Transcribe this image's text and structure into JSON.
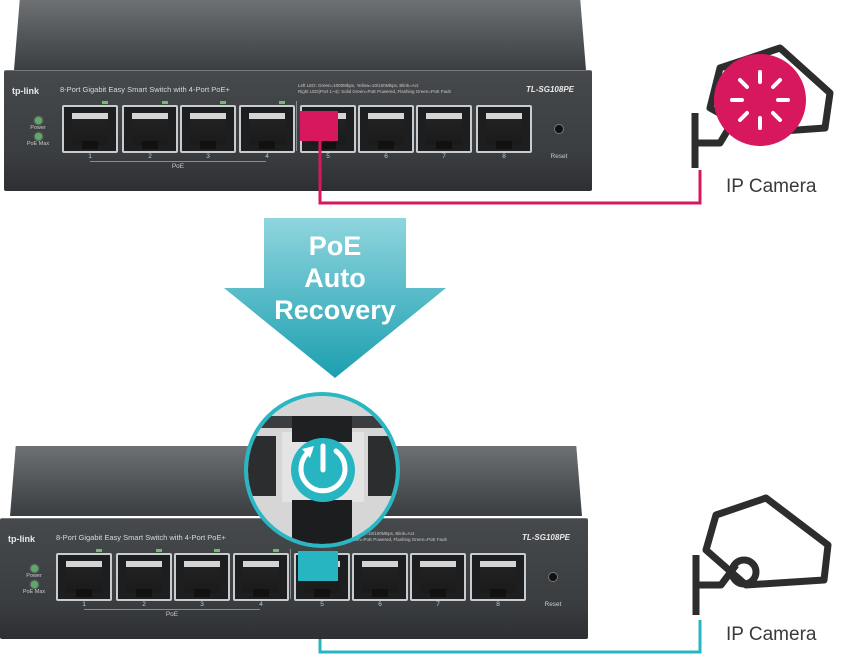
{
  "switch": {
    "brand": "tp-link",
    "title": "8-Port Gigabit Easy Smart Switch with 4-Port PoE+",
    "model": "TL-SG108PE",
    "legend_line1": "Left LED: Green=1000Mbps, Yellow=10/100Mbps, Blink=Act",
    "legend_line2": "Right LED(Port 1~4): Solid Green=PoE Powered, Flashing Green=PoE Fault",
    "led_power": "Power",
    "led_poemax": "PoE Max",
    "ports": [
      "1",
      "2",
      "3",
      "4",
      "5",
      "6",
      "7",
      "8"
    ],
    "poe_group_label": "PoE",
    "reset_label": "Reset"
  },
  "arrow": {
    "line1": "PoE",
    "line2": "Auto",
    "line3": "Recovery"
  },
  "top_camera": {
    "label": "IP Camera",
    "state": "fault"
  },
  "bottom_camera": {
    "label": "IP Camera",
    "state": "recovered"
  },
  "colors": {
    "fault": "#d7185f",
    "recovered": "#28b5c2",
    "arrow_gradient_top": "#8fd5de",
    "arrow_gradient_bottom": "#1c9fb0",
    "camera_body": "#2d2d2d"
  }
}
